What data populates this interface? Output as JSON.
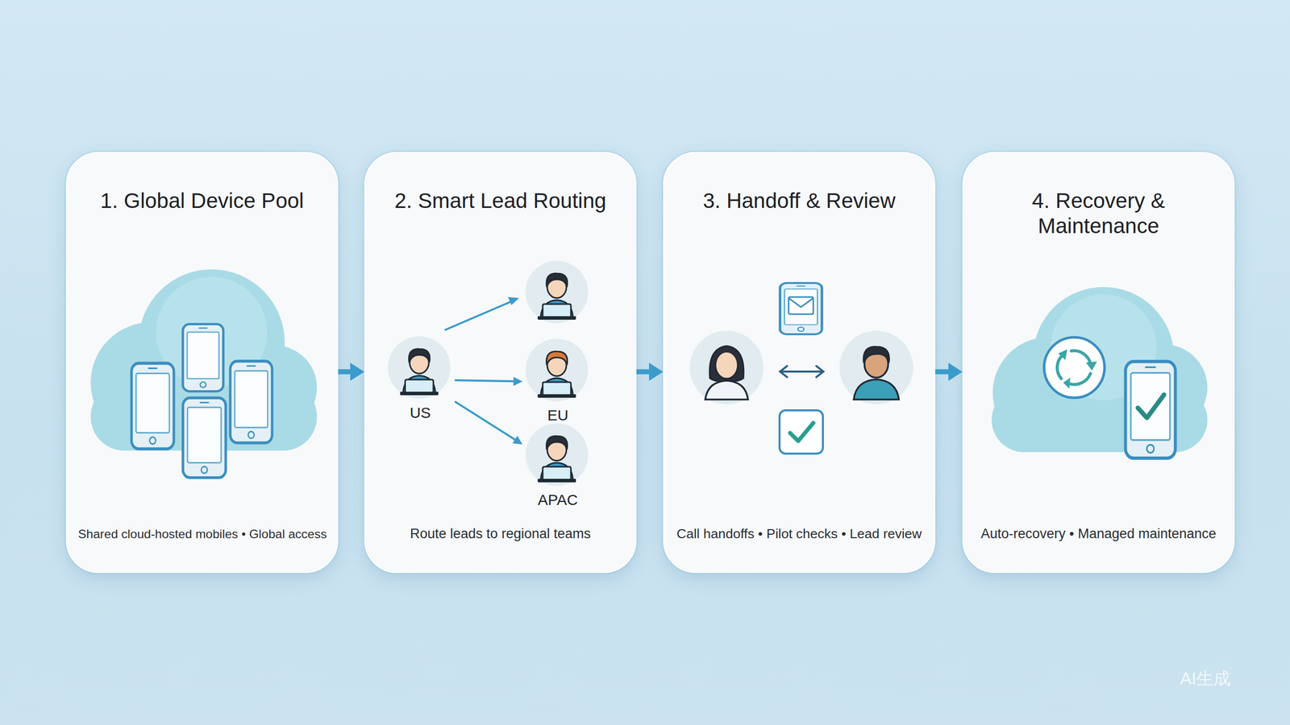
{
  "diagram": {
    "nodes": [
      {
        "text": [
          "1. Global Device Pool",
          "Shared cloud-hosted mobiles • Global access"
        ]
      },
      {
        "text": [
          "2. Smart Lead Routing",
          "Route leads to regional teams"
        ]
      },
      {
        "text": [
          "US"
        ],
        "in": 1
      },
      {
        "text": [
          "EU"
        ],
        "in": 1
      },
      {
        "text": [
          "APAC"
        ],
        "in": 1
      },
      {
        "text": [
          "3. Handoff & Review",
          "Call handoffs • Pilot checks • Lead review"
        ]
      },
      {
        "text": [
          "4. Recovery & Maintenance",
          "Auto-recovery • Managed maintenance"
        ]
      }
    ],
    "edges": [
      {
        "from": 0,
        "to": 1,
        "arrow": "to"
      },
      {
        "from": 1,
        "to": 5,
        "arrow": "to"
      },
      {
        "from": 5,
        "to": 6,
        "arrow": "to"
      },
      {
        "from": 2,
        "to": 3,
        "arrow": "to"
      },
      {
        "from": 2,
        "to": 4,
        "arrow": "to"
      }
    ],
    "labels": [
      "AI生成"
    ]
  }
}
